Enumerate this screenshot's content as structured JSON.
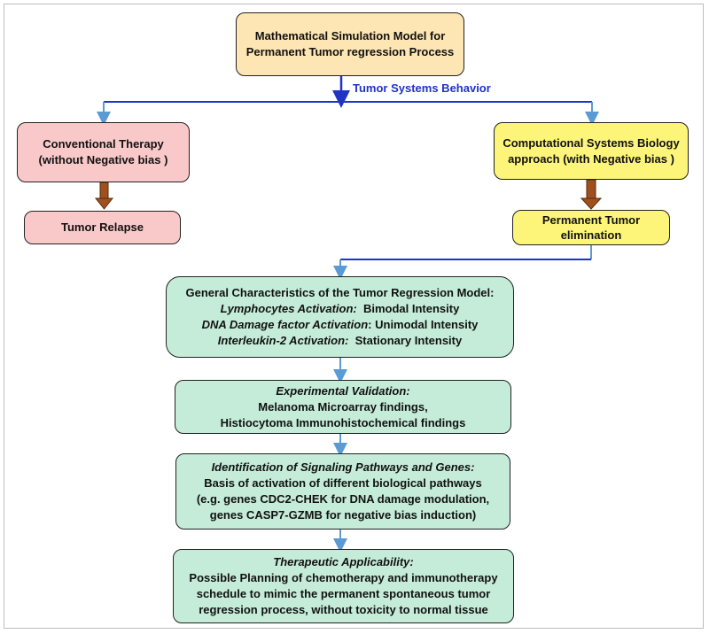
{
  "top_box": {
    "line1": "Mathematical Simulation Model for",
    "line2": "Permanent Tumor regression Process"
  },
  "branch_label": "Tumor Systems Behavior",
  "conventional": {
    "line1": "Conventional Therapy",
    "line2": "(without Negative bias )"
  },
  "relapse": {
    "label": "Tumor Relapse"
  },
  "computational": {
    "line1": "Computational Systems Biology",
    "line2": "approach (with Negative bias )"
  },
  "elimination": {
    "line1": "Permanent Tumor",
    "line2": "elimination"
  },
  "characteristics": {
    "title": "General Characteristics of the Tumor Regression Model:",
    "items": [
      {
        "name": "Lymphocytes Activation:",
        "value": "Bimodal Intensity"
      },
      {
        "name": "DNA Damage factor Activation",
        "value": ":  Unimodal Intensity"
      },
      {
        "name": "Interleukin-2 Activation:",
        "value": "Stationary Intensity"
      }
    ]
  },
  "validation": {
    "title": "Experimental Validation:",
    "line1": "Melanoma Microarray findings,",
    "line2": "Histiocytoma Immunohistochemical findings"
  },
  "pathways": {
    "title": "Identification of Signaling Pathways and Genes:",
    "line1": "Basis of activation of different biological pathways",
    "line2": "(e.g. genes CDC2-CHEK for DNA damage modulation,",
    "line3": "genes CASP7-GZMB for negative bias induction)"
  },
  "therapeutic": {
    "title": "Therapeutic Applicability:",
    "line1": "Possible Planning of chemotherapy and immunotherapy",
    "line2": "schedule to mimic the permanent spontaneous tumor",
    "line3": "regression process, without toxicity to normal tissue"
  },
  "colors": {
    "top_box": "#fde6b4",
    "conventional": "#f9c9c9",
    "computational": "#fdf57a",
    "green_boxes": "#c5ecd8",
    "connector_dark": "#1f33c7",
    "connector_light": "#5b9bd5",
    "thick_arrow": "#a0501e"
  }
}
